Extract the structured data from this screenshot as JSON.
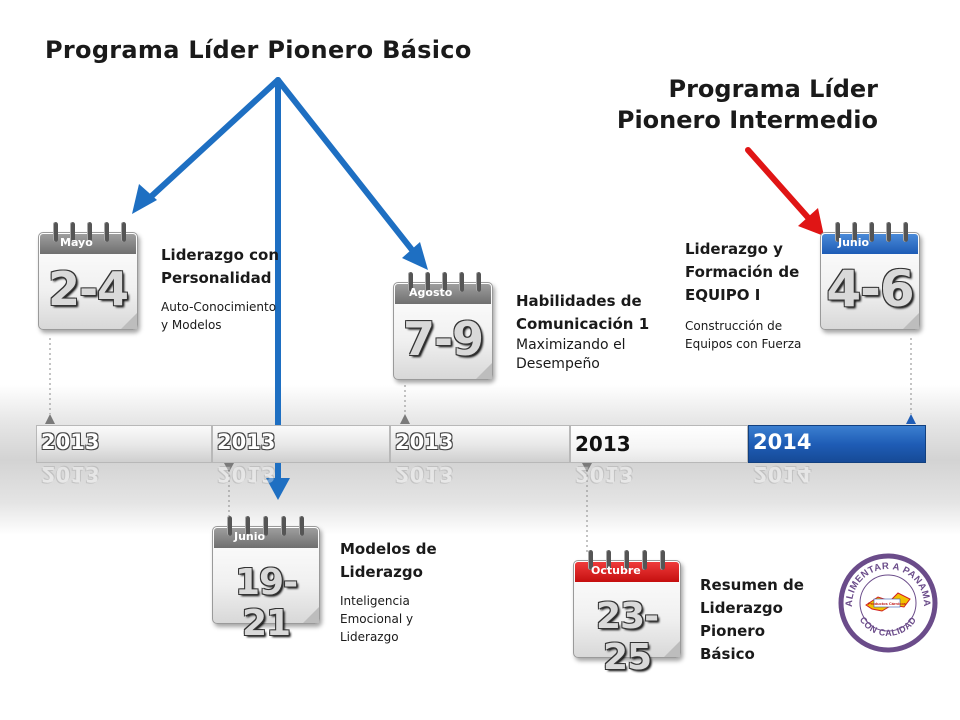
{
  "titles": {
    "basico": "Programa Líder Pionero Básico",
    "intermedio_line1": "Programa Líder",
    "intermedio_line2": "Pionero Intermedio"
  },
  "timeline": [
    {
      "year": "2013"
    },
    {
      "year": "2013"
    },
    {
      "year": "2013"
    },
    {
      "year": "2013"
    },
    {
      "year": "2014"
    }
  ],
  "events": [
    {
      "month": "Mayo",
      "dates": "2-4",
      "title_line1": "Liderazgo con",
      "title_line2": "Personalidad",
      "sub_line1": "Auto-Conocimiento",
      "sub_line2": "y Modelos"
    },
    {
      "month": "Junio",
      "dates": "19-21",
      "title_line1": "Modelos de",
      "title_line2": "Liderazgo",
      "sub_line1": "Inteligencia",
      "sub_line2": "Emocional y",
      "sub_line3": "Liderazgo"
    },
    {
      "month": "Agosto",
      "dates": "7-9",
      "title_line1": "Habilidades de",
      "title_line2": "Comunicación 1",
      "sub_line1": "Maximizando el",
      "sub_line2": "Desempeño"
    },
    {
      "month": "Octubre",
      "dates": "23-25",
      "title_line1": "Resumen de",
      "title_line2": "Liderazgo",
      "title_line3": "Pionero",
      "title_line4": "Básico"
    },
    {
      "month": "Junio",
      "dates": "4-6",
      "title_line1": "Liderazgo y",
      "title_line2": "Formación de",
      "title_line3": "EQUIPO I",
      "sub_line1": "Construcción de",
      "sub_line2": "Equipos con Fuerza"
    }
  ],
  "logo": {
    "top_text": "ALIMENTAR A PANAMA",
    "bottom_text": "CON CALIDAD",
    "brand": "Productos Cárnicos"
  },
  "colors": {
    "arrow_blue": "#1e6fc2",
    "arrow_red": "#e01515",
    "timeline_highlight": "#1f5db6",
    "logo_purple": "#6b4c8a"
  }
}
